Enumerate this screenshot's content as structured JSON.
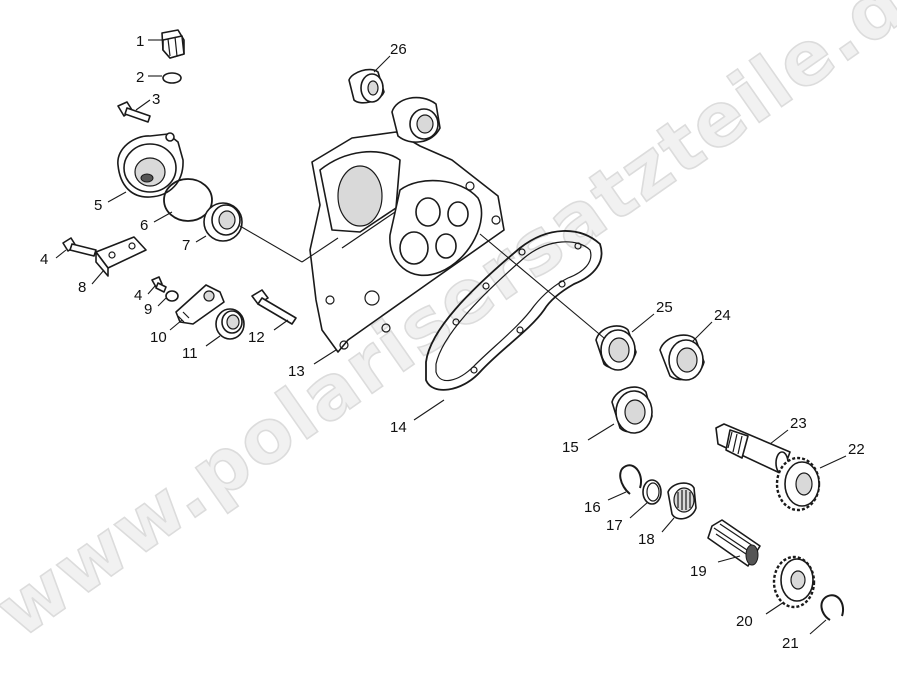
{
  "watermark": {
    "text": "www.polarisersatzteile.de"
  },
  "callouts": [
    {
      "id": "1",
      "label": "1"
    },
    {
      "id": "2",
      "label": "2"
    },
    {
      "id": "3",
      "label": "3"
    },
    {
      "id": "4a",
      "label": "4"
    },
    {
      "id": "4b",
      "label": "4"
    },
    {
      "id": "5",
      "label": "5"
    },
    {
      "id": "6",
      "label": "6"
    },
    {
      "id": "7",
      "label": "7"
    },
    {
      "id": "8",
      "label": "8"
    },
    {
      "id": "9",
      "label": "9"
    },
    {
      "id": "10",
      "label": "10"
    },
    {
      "id": "11",
      "label": "11"
    },
    {
      "id": "12",
      "label": "12"
    },
    {
      "id": "13",
      "label": "13"
    },
    {
      "id": "14",
      "label": "14"
    },
    {
      "id": "15",
      "label": "15"
    },
    {
      "id": "16",
      "label": "16"
    },
    {
      "id": "17",
      "label": "17"
    },
    {
      "id": "18",
      "label": "18"
    },
    {
      "id": "19",
      "label": "19"
    },
    {
      "id": "20",
      "label": "20"
    },
    {
      "id": "21",
      "label": "21"
    },
    {
      "id": "22",
      "label": "22"
    },
    {
      "id": "23",
      "label": "23"
    },
    {
      "id": "24",
      "label": "24"
    },
    {
      "id": "25",
      "label": "25"
    },
    {
      "id": "26",
      "label": "26"
    }
  ]
}
